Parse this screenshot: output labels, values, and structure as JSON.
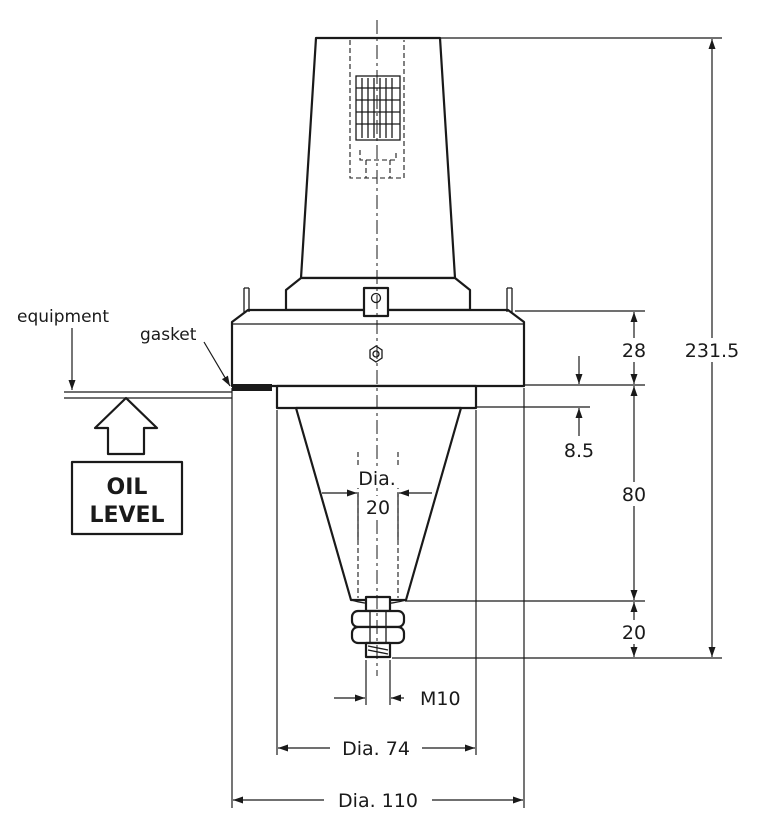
{
  "labels": {
    "equipment": "equipment",
    "gasket": "gasket",
    "oil_level_line1": "OIL",
    "oil_level_line2": "LEVEL",
    "dim_total_height": "231.5",
    "dim_flange_height": "28",
    "dim_recess": "8.5",
    "dim_cone_height": "80",
    "dim_stud_length": "20",
    "dim_bore_label": "Dia.",
    "dim_bore_value": "20",
    "dim_thread": "M10",
    "dim_spigot_dia": "Dia. 74",
    "dim_flange_dia": "Dia. 110"
  },
  "colors": {
    "line": "#1a1a1a",
    "background": "#ffffff"
  }
}
